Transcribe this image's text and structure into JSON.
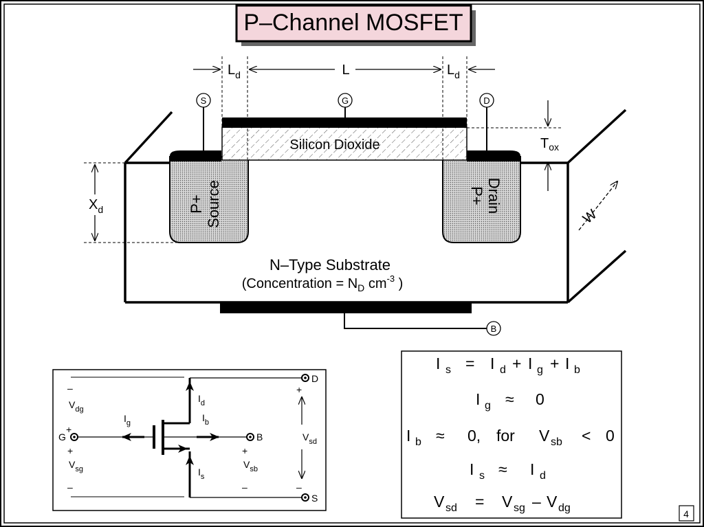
{
  "title": "P–Channel  MOSFET",
  "page_number": "4",
  "device": {
    "dim_ld": "L",
    "dim_ld_sub": "d",
    "dim_l": "L",
    "oxide_label": "Silicon Dioxide",
    "tox_main": "T",
    "tox_sub": "ox",
    "xd_main": "X",
    "xd_sub": "d",
    "width_label": "W",
    "source_type": "P+",
    "source_name": "Source",
    "drain_type": "P+",
    "drain_name": "Drain",
    "substrate_line1": "N–Type  Substrate",
    "substrate_line2_a": "(Concentration = N",
    "substrate_line2_sub": "D",
    "substrate_line2_b": " cm",
    "substrate_line2_sup": "-3",
    "substrate_line2_c": " )",
    "terminal_s": "S",
    "terminal_g": "G",
    "terminal_d": "D",
    "terminal_b": "B"
  },
  "schematic": {
    "d": "D",
    "s": "S",
    "g": "G",
    "b": "B",
    "plus": "+",
    "minus": "–",
    "v": "V",
    "i": "I",
    "dg": "dg",
    "sg": "sg",
    "sd": "sd",
    "sb": "sb",
    "id": "d",
    "ig": "g",
    "ib": "b",
    "is": "s"
  },
  "equations": {
    "I": "I",
    "V": "V",
    "eq": "=",
    "plus": "+",
    "minus": "–",
    "approx": "≈",
    "lt": "<",
    "zero": "0",
    "zero_comma": "0,",
    "for": "for",
    "s": "s",
    "d": "d",
    "g": "g",
    "b": "b",
    "sd": "sd",
    "sg": "sg",
    "sb": "sb",
    "dg": "dg"
  }
}
